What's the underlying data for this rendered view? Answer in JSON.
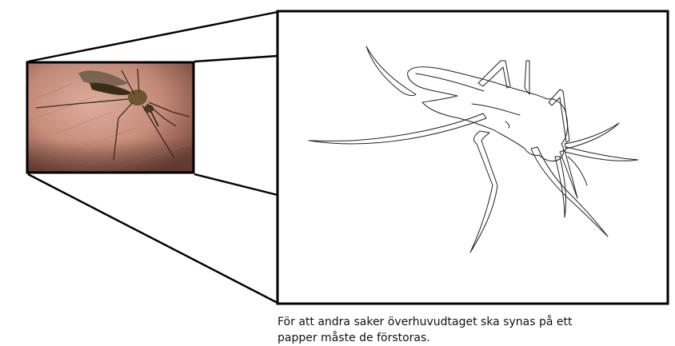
{
  "caption": {
    "line1": "För att andra saker överhuvudtaget ska synas på ett",
    "line2": "papper måste de förstoras."
  },
  "colors": {
    "frame": "#000000",
    "outline": "#222222",
    "skin_light": "#d9a796",
    "skin_dark": "#7a4a3e",
    "mosquito_body": "#4a3a22",
    "mosquito_wing": "#6b5a48"
  },
  "illustration": {
    "thumbnail": "mosquito-photo",
    "enlarged": "mosquito-line-drawing"
  }
}
